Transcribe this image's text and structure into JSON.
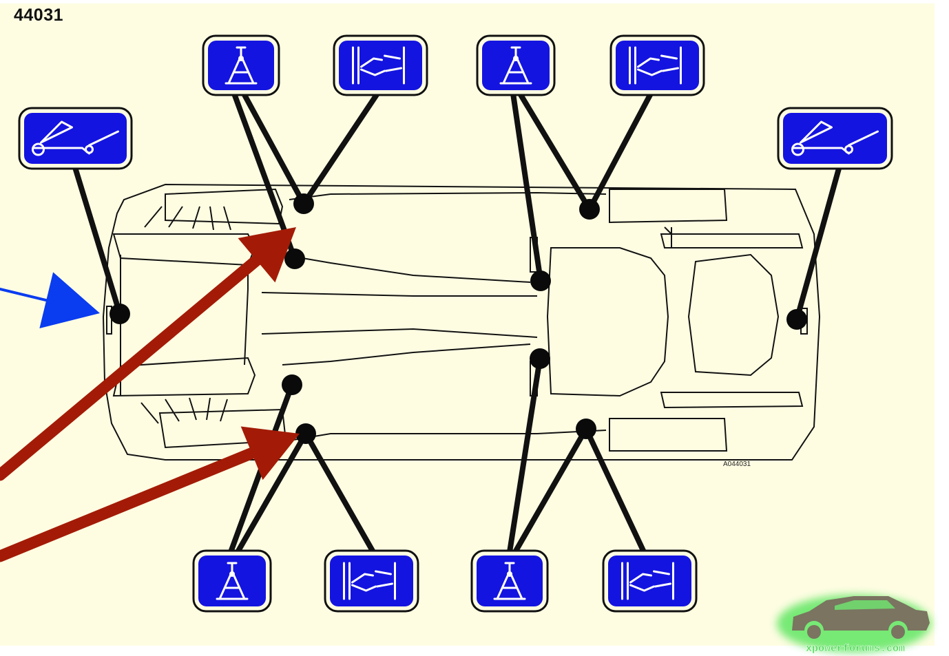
{
  "diagram": {
    "title": "44031",
    "reference_code": "A044031",
    "background_color": "#fefde2",
    "icon_fill_color": "#1414e0",
    "line_color": "#111111",
    "arrow_red_color": "#a31b06",
    "arrow_blue_color": "#0a3cf0",
    "icon_types": {
      "floor-jack": "floor-jack-icon",
      "axle-stand": "axle-stand-icon",
      "two-post-lift": "two-post-lift-icon"
    }
  },
  "watermark": {
    "text": "xpowerforums.com",
    "car_color": "#7a7460",
    "glow_color": "#6fe870",
    "text_color": "#3fd24a"
  }
}
